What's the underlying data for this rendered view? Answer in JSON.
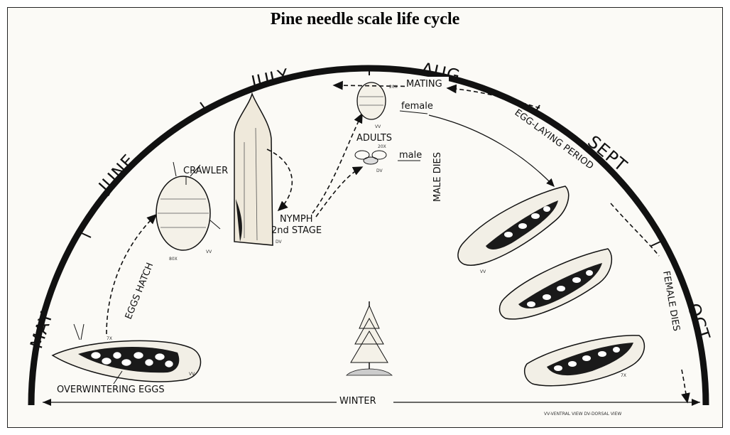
{
  "title": "Pine needle scale life cycle",
  "months": {
    "may": "MAY",
    "june": "JUNE",
    "july": "JULY",
    "aug": "AUG",
    "sept": "SEPT",
    "oct": "OCT"
  },
  "labels": {
    "crawler": "CRAWLER",
    "nymph": "NYMPH",
    "nymph_stage": "2nd STAGE",
    "adults": "ADULTS",
    "mating": "MATING",
    "female": "female",
    "male": "male",
    "male_dies": "MALE DIES",
    "eggs_hatch": "EGGS HATCH",
    "egg_laying_period": "EGG-LAYING PERIOD",
    "female_dies": "FEMALE DIES",
    "overwintering_eggs": "OVERWINTERING EGGS",
    "winter": "WINTER",
    "view_legend": "VV-VENTRAL VIEW    DV-DORSAL VIEW"
  },
  "magnifications": {
    "crawler": "80X",
    "adult_female": "20X",
    "adult_male": "20X",
    "eggs": "7X",
    "egg_female": "7X"
  },
  "view_codes": {
    "vv": "VV",
    "dv": "DV"
  },
  "colors": {
    "ink": "#111111",
    "paper": "#fbfaf6",
    "scale_body": "#1a1a1a"
  }
}
